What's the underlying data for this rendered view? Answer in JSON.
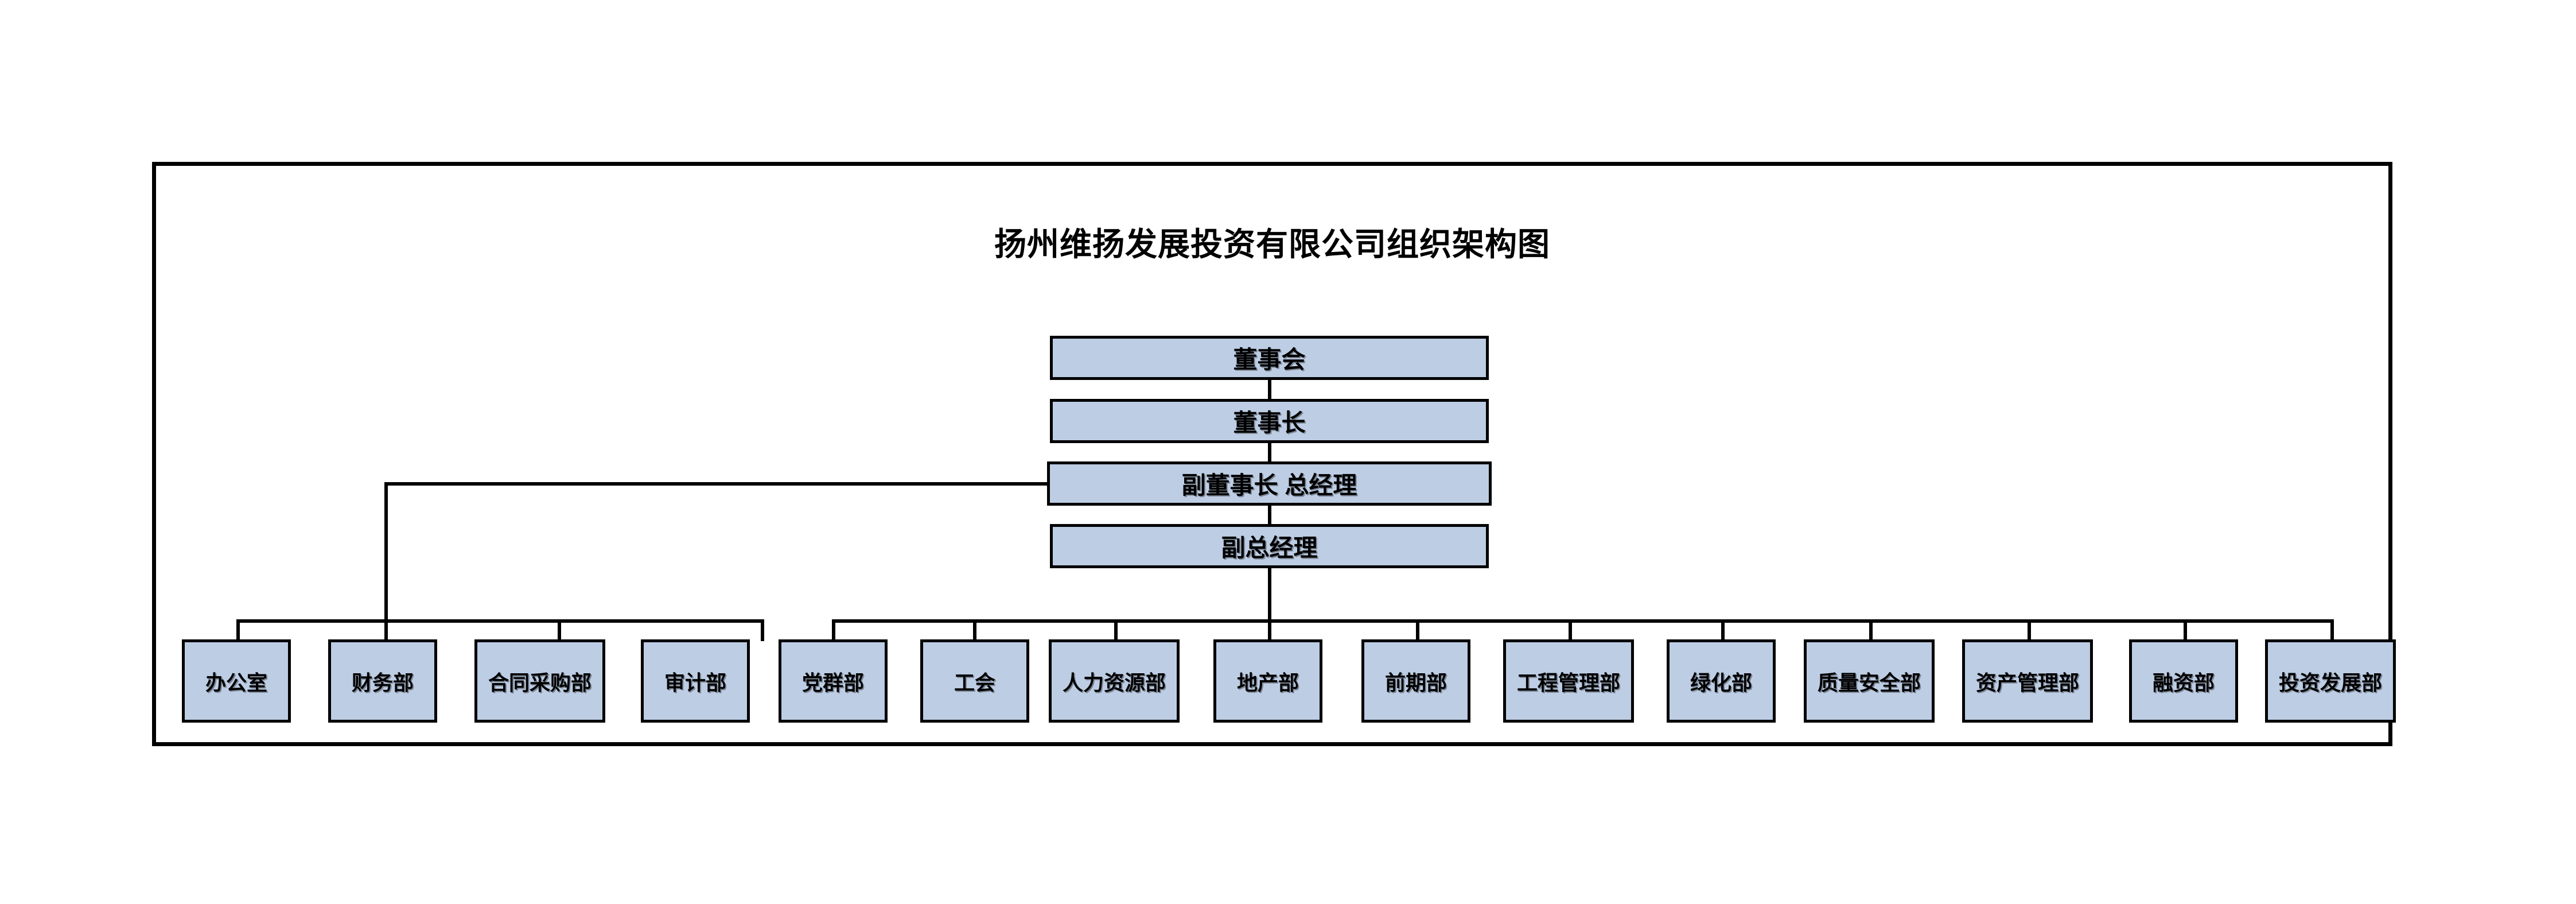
{
  "chart": {
    "title": "扬州维扬发展投资有限公司组织架构图",
    "node_fill_color": "#bdcde4",
    "node_border_color": "#000000",
    "frame_border_color": "#000000",
    "background_color": "#ffffff"
  },
  "executive_nodes": [
    {
      "label": "董事会"
    },
    {
      "label": "董事长"
    },
    {
      "label": "副董事长 总经理"
    },
    {
      "label": "副总经理"
    }
  ],
  "left_branch_departments": [
    {
      "label": "办公室"
    },
    {
      "label": "财务部"
    },
    {
      "label": "合同采购部"
    },
    {
      "label": "审计部"
    }
  ],
  "right_branch_departments": [
    {
      "label": "党群部"
    },
    {
      "label": "工会"
    },
    {
      "label": "人力资源部"
    },
    {
      "label": "地产部"
    },
    {
      "label": "前期部"
    },
    {
      "label": "工程管理部"
    },
    {
      "label": "绿化部"
    },
    {
      "label": "质量安全部"
    },
    {
      "label": "资产管理部"
    },
    {
      "label": "融资部"
    },
    {
      "label": "投资发展部"
    }
  ]
}
